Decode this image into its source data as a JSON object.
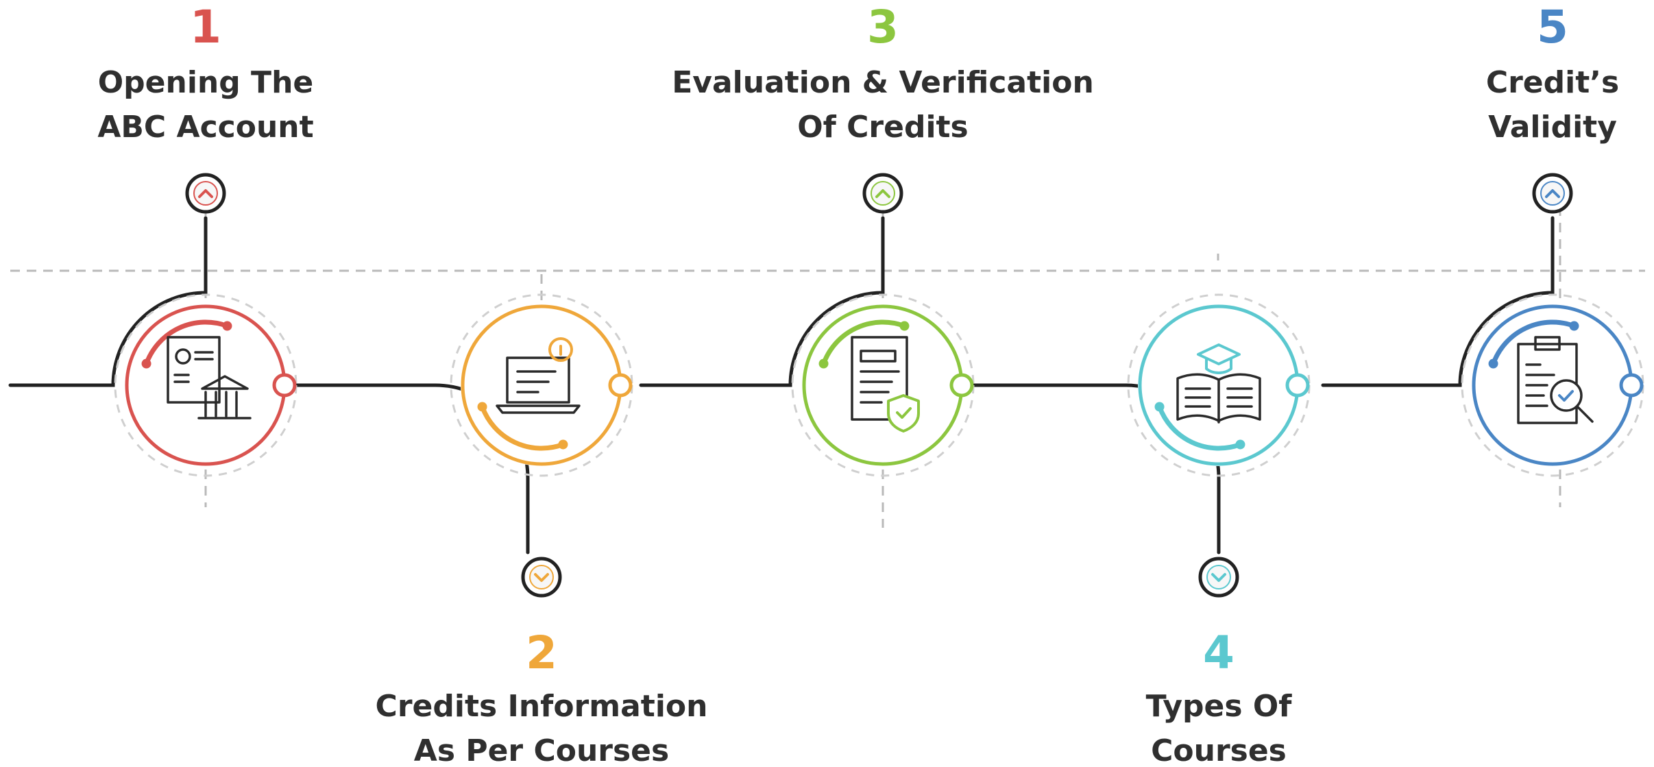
{
  "steps": [
    {
      "number": "1",
      "title_line1": "Opening The",
      "title_line2": "ABC Account",
      "color": "#d9534f",
      "icon": "bank-account-icon",
      "arrow": "chevron-up-icon"
    },
    {
      "number": "2",
      "title_line1": "Credits Information",
      "title_line2": "As Per Courses",
      "color": "#efa73a",
      "icon": "laptop-info-icon",
      "arrow": "chevron-down-icon"
    },
    {
      "number": "3",
      "title_line1": "Evaluation & Verification",
      "title_line2": "Of Credits",
      "color": "#8cc63f",
      "icon": "document-shield-icon",
      "arrow": "chevron-up-icon"
    },
    {
      "number": "4",
      "title_line1": "Types Of",
      "title_line2": "Courses",
      "color": "#5bc8cf",
      "icon": "book-graduation-icon",
      "arrow": "chevron-down-icon"
    },
    {
      "number": "5",
      "title_line1": "Credit’s",
      "title_line2": "Validity",
      "color": "#4a86c5",
      "icon": "clipboard-search-icon",
      "arrow": "chevron-up-icon"
    }
  ]
}
